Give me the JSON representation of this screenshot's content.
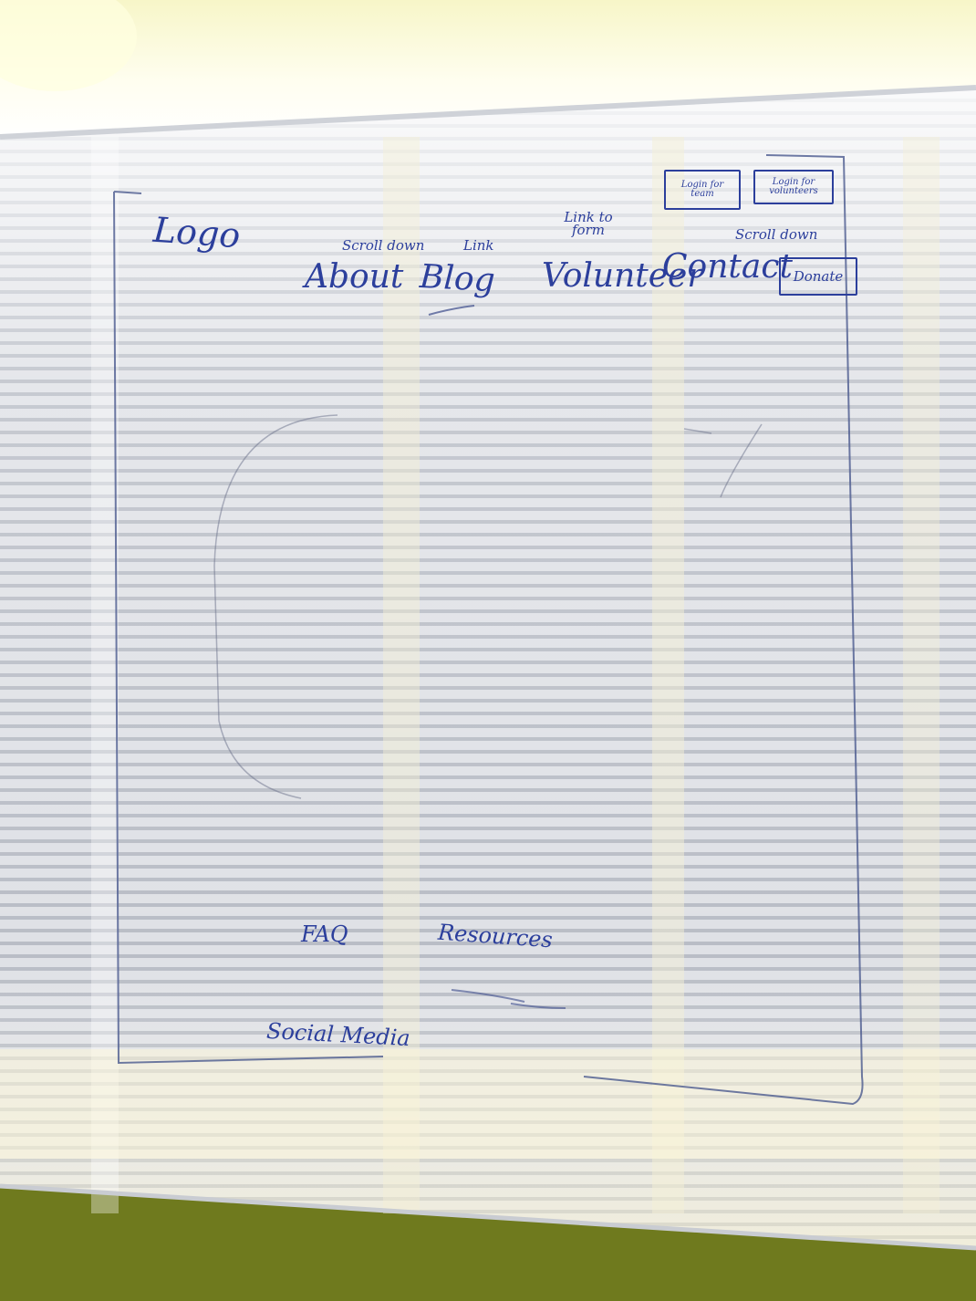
{
  "sketch": {
    "logo": "Logo",
    "nav": {
      "about": {
        "label": "About",
        "note": "Scroll down"
      },
      "blog": {
        "label": "Blog",
        "note": "Link"
      },
      "volunteer": {
        "label": "Volunteer",
        "note": "Link to form"
      },
      "contact": {
        "label": "Contact",
        "note": "Scroll down"
      },
      "donate": "Donate"
    },
    "top_buttons": {
      "login_team": "Login for team",
      "login_volunteers": "Login for volunteers"
    },
    "footer": {
      "faq": "FAQ",
      "resources": "Resources",
      "social": "Social Media"
    }
  },
  "colors": {
    "ink": "#2c3f9c",
    "wall": "#6f7a1e",
    "blinds": "#d9dbe0"
  }
}
